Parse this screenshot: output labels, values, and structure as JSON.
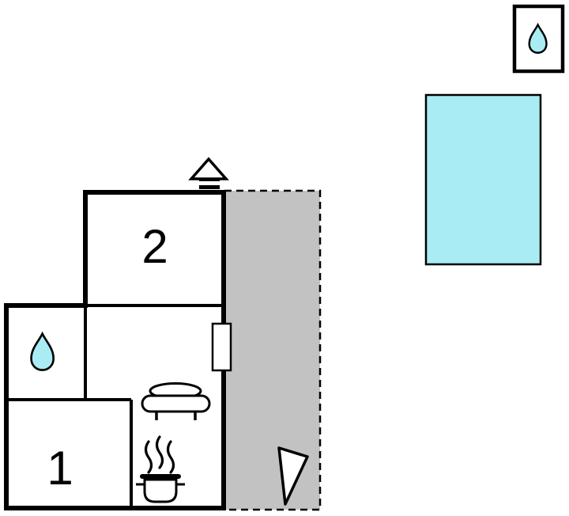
{
  "floorplan": {
    "rooms": [
      {
        "label": "2"
      },
      {
        "label": "1"
      }
    ],
    "colors": {
      "water": "#a9ecf4",
      "terrace": "#c2c2c2",
      "wall": "#000000",
      "background": "#ffffff"
    },
    "icons": [
      {
        "name": "water-drop-icon",
        "location": "shower-box"
      },
      {
        "name": "water-drop-icon",
        "location": "bathroom"
      },
      {
        "name": "chimney-icon",
        "location": "room-2-roof"
      },
      {
        "name": "sofa-icon",
        "location": "living-room"
      },
      {
        "name": "cooking-pot-steam-icon",
        "location": "kitchen"
      },
      {
        "name": "north-arrow-icon",
        "location": "terrace"
      },
      {
        "name": "window-door-marker",
        "location": "right-wall"
      }
    ]
  }
}
